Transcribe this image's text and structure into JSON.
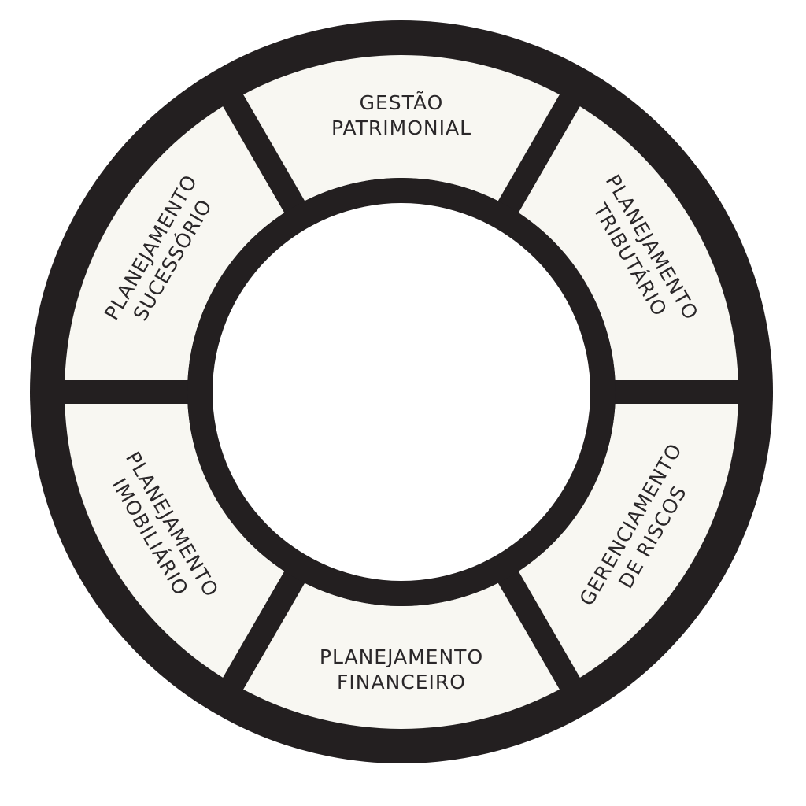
{
  "colors": {
    "ring": "#231f20",
    "segment": "#f8f7f2",
    "center": "#ffffff",
    "text": "#2a2729"
  },
  "segments": [
    {
      "id": "gestao-patrimonial",
      "lines": [
        "GESTÃO",
        "PATRIMONIAL"
      ]
    },
    {
      "id": "planejamento-tributario",
      "lines": [
        "PLANEJAMENTO",
        "TRIBUTÁRIO"
      ]
    },
    {
      "id": "gerenciamento-de-riscos",
      "lines": [
        "GERENCIAMENTO",
        "DE RISCOS"
      ]
    },
    {
      "id": "planejamento-financeiro",
      "lines": [
        "PLANEJAMENTO",
        "FINANCEIRO"
      ]
    },
    {
      "id": "planejamento-imobiliario",
      "lines": [
        "PLANEJAMENTO",
        "IMOBILIÁRIO"
      ]
    },
    {
      "id": "planejamento-sucessorio",
      "lines": [
        "PLANEJAMENTO",
        "SUCESSÓRIO"
      ]
    }
  ]
}
